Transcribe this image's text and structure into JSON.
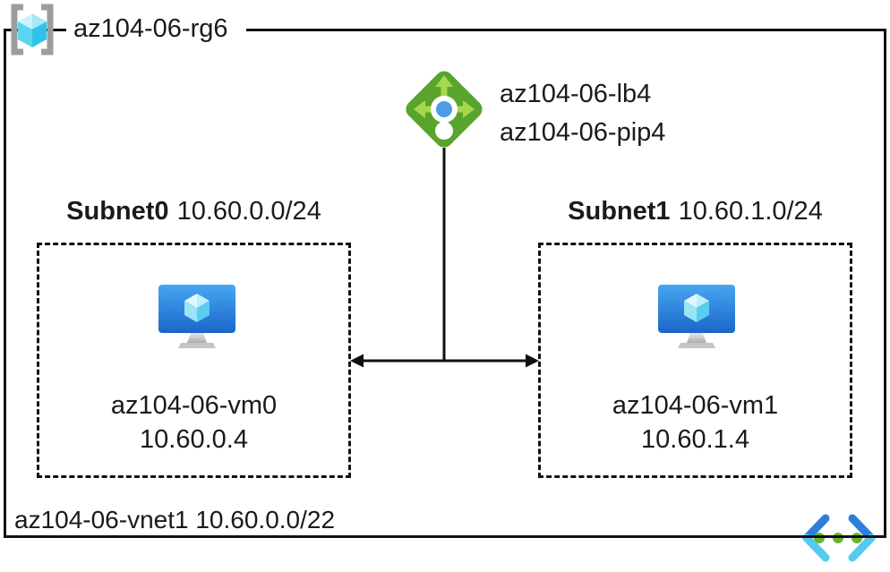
{
  "resource_group": {
    "name": "az104-06-rg6"
  },
  "load_balancer": {
    "name": "az104-06-lb4",
    "public_ip_name": "az104-06-pip4"
  },
  "virtual_network": {
    "label": "az104-06-vnet1 10.60.0.0/22"
  },
  "subnets": [
    {
      "name": "Subnet0",
      "cidr": "10.60.0.0/24",
      "vm_name": "az104-06-vm0",
      "vm_ip": "10.60.0.4"
    },
    {
      "name": "Subnet1",
      "cidr": "10.60.1.0/24",
      "vm_name": "az104-06-vm1",
      "vm_ip": "10.60.1.4"
    }
  ],
  "colors": {
    "line_black": "#111111",
    "lb_diamond_green": "#58a42d",
    "lb_arrow_green": "#a6d84d",
    "lb_center_blue": "#4f9be4",
    "rg_bracket_gray": "#9d9d9d",
    "rg_cube_top_light": "#cdf3fb",
    "rg_cube_top": "#a5e8f6",
    "rg_cube_left": "#59d6f1",
    "rg_cube_right": "#2dc3e8",
    "vm_cube_top_light": "#e2f8fe",
    "vm_cube_top": "#bdeefb",
    "vm_cube_left": "#9be4f7",
    "vm_cube_right": "#59cdf1",
    "vnet_bracket_dark_blue": "#2e7fd9",
    "vnet_bracket_light_blue": "#55cbf1",
    "vnet_dot_green": "#6cb32e"
  }
}
